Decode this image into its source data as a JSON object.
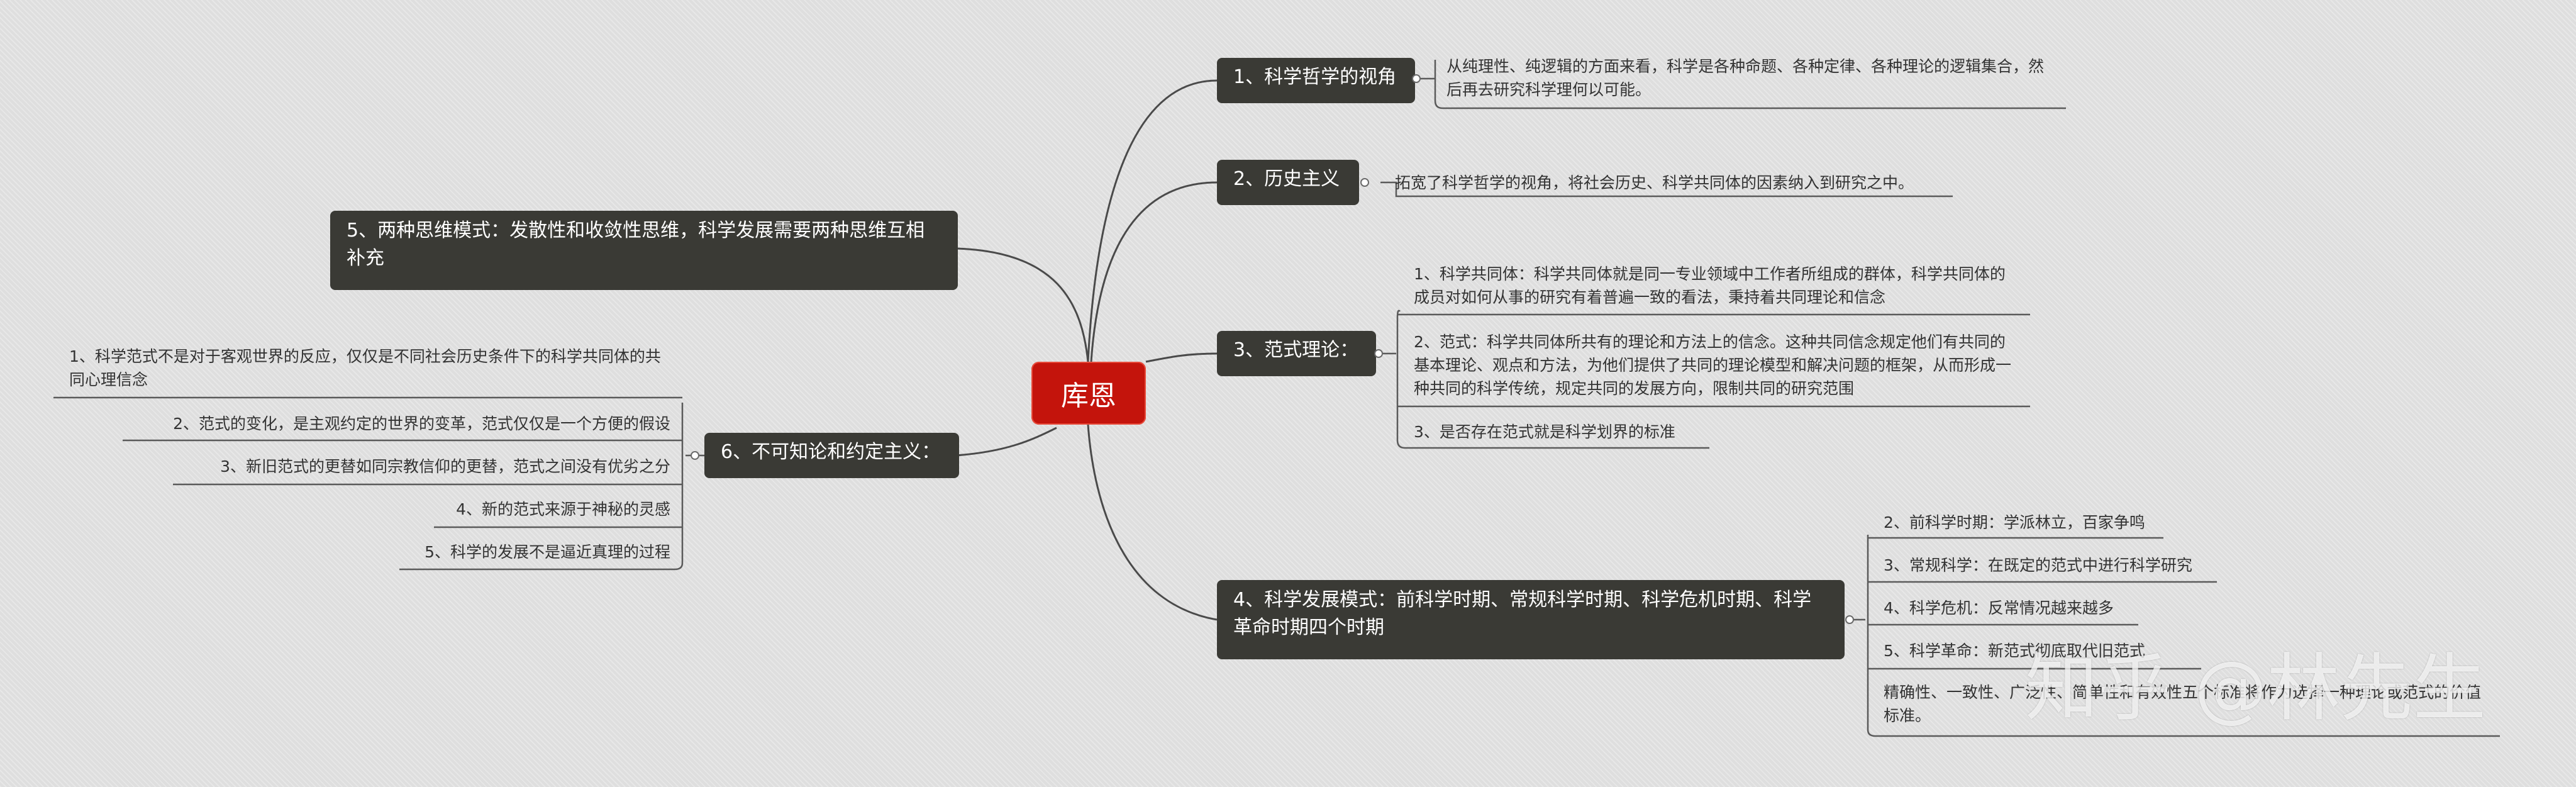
{
  "central": "库恩",
  "branches": [
    {
      "label": "1、科学哲学的视角",
      "leaves": [
        "从纯理性、纯逻辑的方面来看，科学是各种命题、各种定律、各种理论的逻辑集合，然后再去研究科学理何以可能。"
      ]
    },
    {
      "label": "2、历史主义",
      "leaves": [
        "拓宽了科学哲学的视角，将社会历史、科学共同体的因素纳入到研究之中。"
      ]
    },
    {
      "label": "3、范式理论：",
      "leaves": [
        "1、科学共同体：科学共同体就是同一专业领域中工作者所组成的群体，科学共同体的成员对如何从事的研究有着普遍一致的看法，秉持着共同理论和信念",
        "2、范式：科学共同体所共有的理论和方法上的信念。这种共同信念规定他们有共同的基本理论、观点和方法，为他们提供了共同的理论模型和解决问题的框架，从而形成一种共同的科学传统，规定共同的发展方向，限制共同的研究范围",
        "3、是否存在范式就是科学划界的标准"
      ]
    },
    {
      "label": "4、科学发展模式：前科学时期、常规科学时期、科学危机时期、科学革命时期四个时期",
      "leaves": [
        "2、前科学时期：学派林立，百家争鸣",
        "3、常规科学：在既定的范式中进行科学研究",
        "4、科学危机：反常情况越来越多",
        "5、科学革命：新范式彻底取代旧范式",
        "精确性、一致性、广泛性、简单性和有效性五个标准将作为选择一种理论或范式的价值标准。"
      ]
    },
    {
      "label": "5、两种思维模式：发散性和收敛性思维，科学发展需要两种思维互相补充",
      "leaves": []
    },
    {
      "label": "6、不可知论和约定主义：",
      "leaves": [
        "1、科学范式不是对于客观世界的反应，仅仅是不同社会历史条件下的科学共同体的共同心理信念",
        "2、范式的变化，是主观约定的世界的变革，范式仅仅是一个方便的假设",
        "3、新旧范式的更替如同宗教信仰的更替，范式之间没有优劣之分",
        "4、新的范式来源于神秘的灵感",
        "5、科学的发展不是逼近真理的过程"
      ]
    }
  ],
  "watermark": "知乎 @林先生"
}
